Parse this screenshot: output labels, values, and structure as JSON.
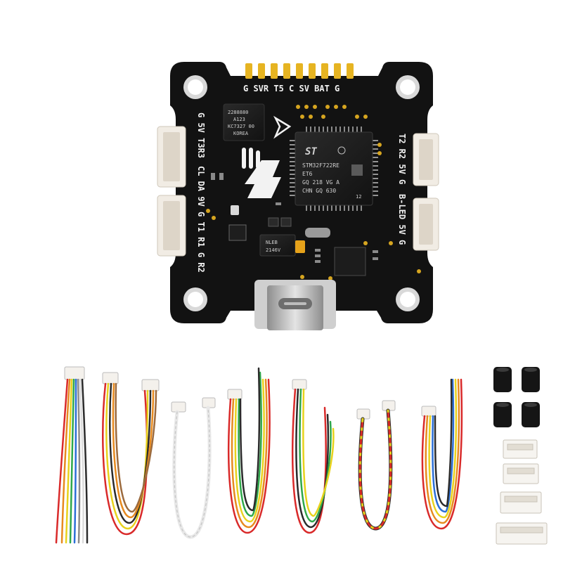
{
  "board": {
    "top_pads_label": "G SVR T5  C  SV BAT G",
    "left_label_top": "G 5V T3R3",
    "left_label_bottom": "CL DA 9V G T1 R1 G R2",
    "right_label_top": "T2 R2 5V G",
    "right_label_bottom": "B-LED 5V G",
    "mcu_lines": [
      "STM32F722RE",
      "ET6",
      "GQ 218 VG A",
      "CHN GQ 630",
      "12"
    ],
    "mcu_logo": "ST",
    "small_chip_lines": [
      "2288880",
      "A123",
      "KC7327 00",
      "KOREA"
    ],
    "reg_chip_lines": [
      "NLEB",
      "2146V"
    ]
  },
  "colors": {
    "pcb": "#121212",
    "gold": "#e6b422",
    "connector": "#f1ece4",
    "usb": "#b9b9b9"
  }
}
